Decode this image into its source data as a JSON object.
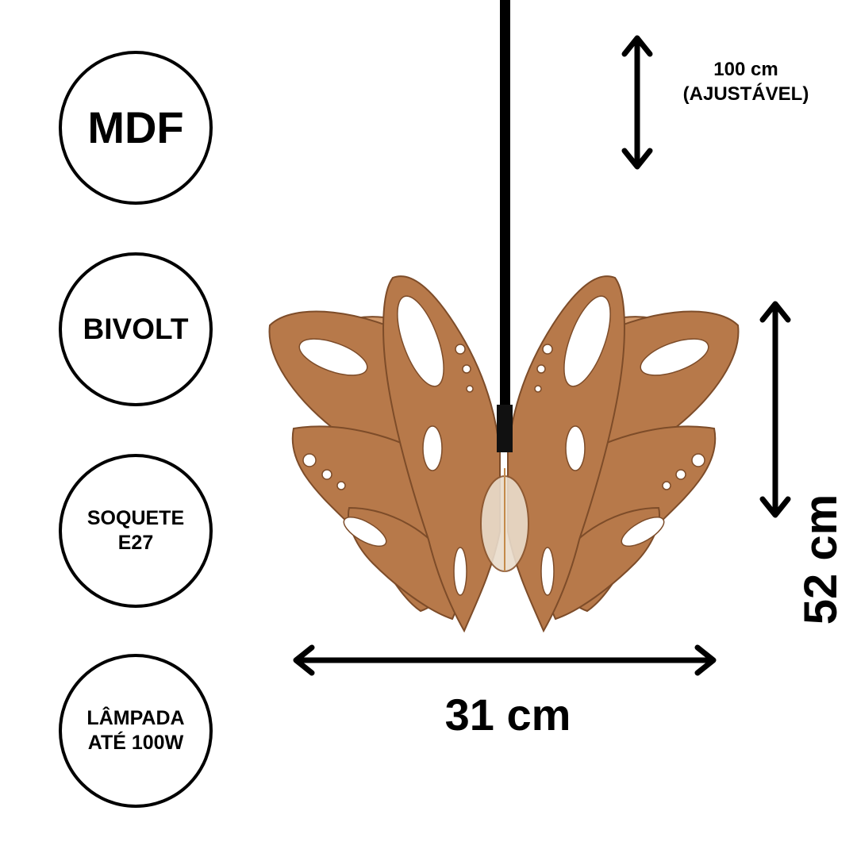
{
  "badges": {
    "material": "MDF",
    "voltage": "BIVOLT",
    "socket_line1": "SOQUETE",
    "socket_line2": "E27",
    "bulb_line1": "LÂMPADA",
    "bulb_line2": "ATÉ 100W"
  },
  "dimensions": {
    "cable_length": "100 cm",
    "cable_note": "(AJUSTÁVEL)",
    "height": "52 cm",
    "width": "31 cm"
  },
  "colors": {
    "wood": "#b7794a",
    "wood_dark": "#8a5630",
    "wood_light": "#e2b38c",
    "ink": "#000000"
  }
}
